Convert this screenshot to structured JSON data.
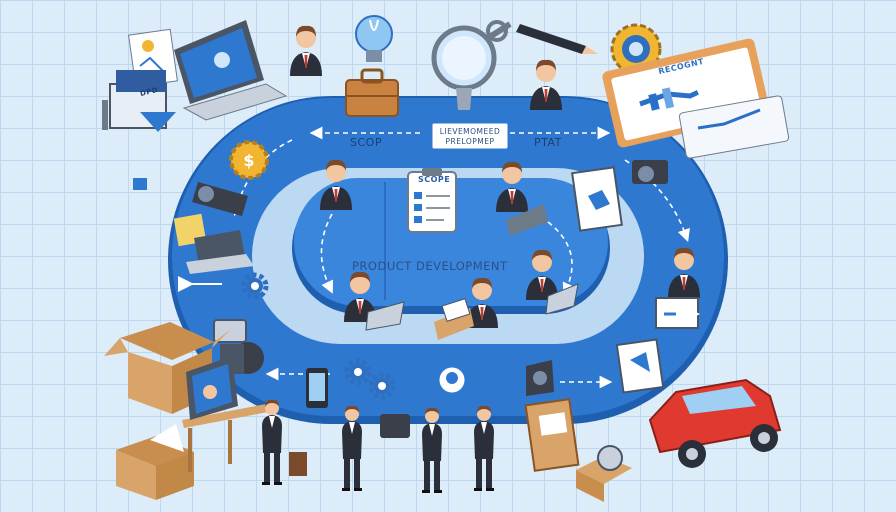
{
  "labels": {
    "scope_arrow": "SCOP",
    "top_center_line1": "LIEVEMOMEED",
    "top_center_line2": "PRELOPMEP",
    "right_arrow": "PTAT",
    "clipboard_title": "SCOPE",
    "center_title": "PRODUCT DEVELOPMENT",
    "report_title": "RECOGNT",
    "box_label": "DPD"
  },
  "colors": {
    "background": "#dcecf9",
    "grid_line": "#bcd7ef",
    "track_blue": "#2f78d0",
    "track_dark": "#1f5fb0",
    "inner_blue": "#3a86dd",
    "suit": "#2b2f3a",
    "skin": "#f2c6a0",
    "hair": "#7a4a2a",
    "car_red": "#e0392f",
    "box_tan": "#d9a46a",
    "gear_yellow": "#f2b531"
  },
  "icons": [
    "light-bulb-icon",
    "magnifier-icon",
    "pencil-icon",
    "gear-icon",
    "dollar-gear-icon",
    "camera-icon",
    "calendar-icon",
    "laptop-icon",
    "briefcase-icon",
    "clipboard-icon",
    "car-icon",
    "cardboard-box-icon",
    "smartphone-icon",
    "location-pin-icon",
    "projector-icon"
  ]
}
